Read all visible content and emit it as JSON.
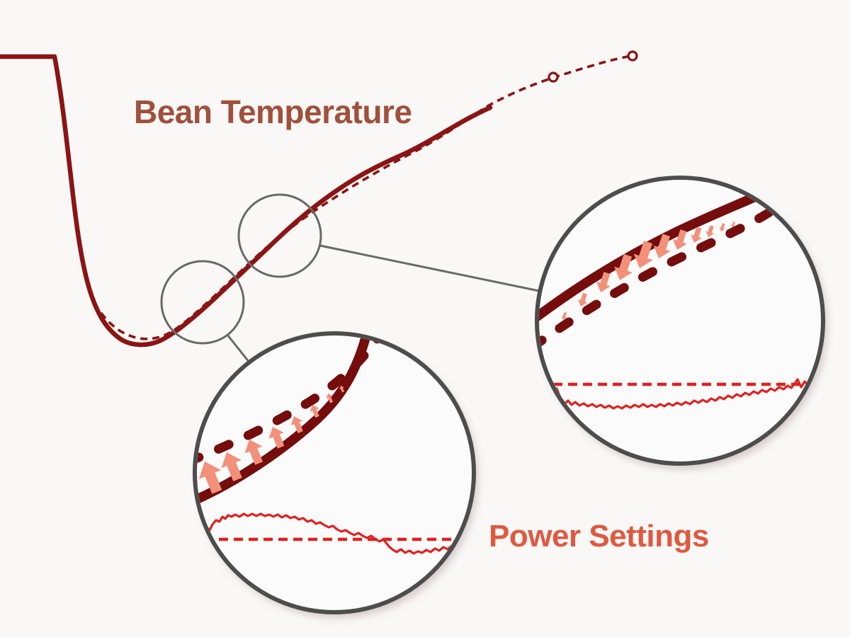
{
  "labels": {
    "bean_temperature": "Bean Temperature",
    "power_settings": "Power Settings"
  },
  "colors": {
    "background": "#faf8f7",
    "temp_curve": "#8b1414",
    "lens_curve": "#750d0d",
    "power_red": "#e02020",
    "arrow_coral": "#f2907a",
    "bean_label": "#a0503c",
    "power_label": "#e0593f",
    "lens_ring": "#4d4d4d",
    "annotation_gray": "#696969",
    "lens_fill": "#fcfbfb"
  },
  "lenses": {
    "left": {
      "arrow_direction": "up",
      "arrow_count": 8
    },
    "right": {
      "arrow_direction": "down",
      "arrow_count": 11
    }
  },
  "projection_markers": 2
}
